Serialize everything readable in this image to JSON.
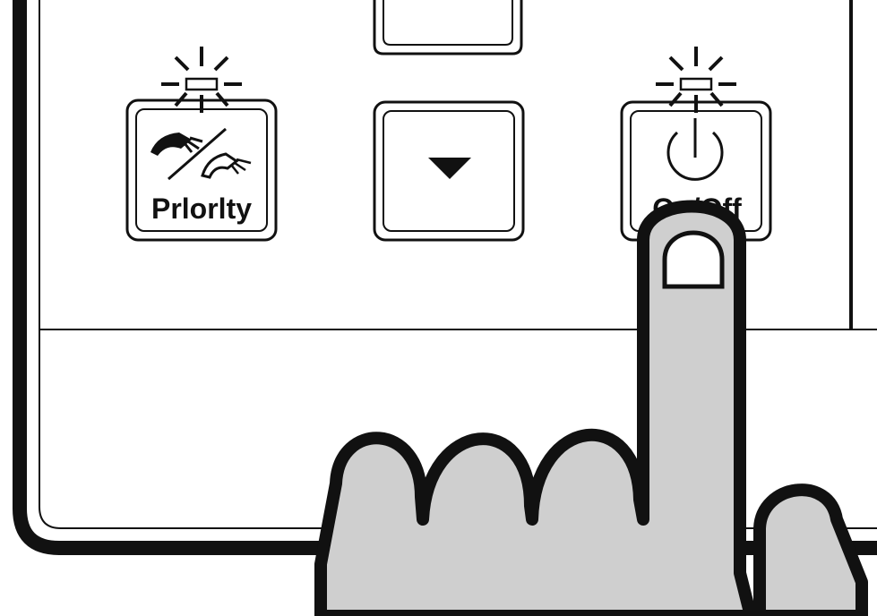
{
  "buttons": {
    "priority": {
      "label": "Prlorlty",
      "icon": "shower-priority-icon",
      "indicator_lit": true
    },
    "down": {
      "icon": "down-arrow-icon"
    },
    "power": {
      "label": "On/Off",
      "icon": "power-icon",
      "indicator_lit": true
    }
  },
  "hand": {
    "pressing": "power-button"
  },
  "colors": {
    "outline": "#111111",
    "panel": "#ffffff",
    "finger": "#cfcfcf"
  }
}
